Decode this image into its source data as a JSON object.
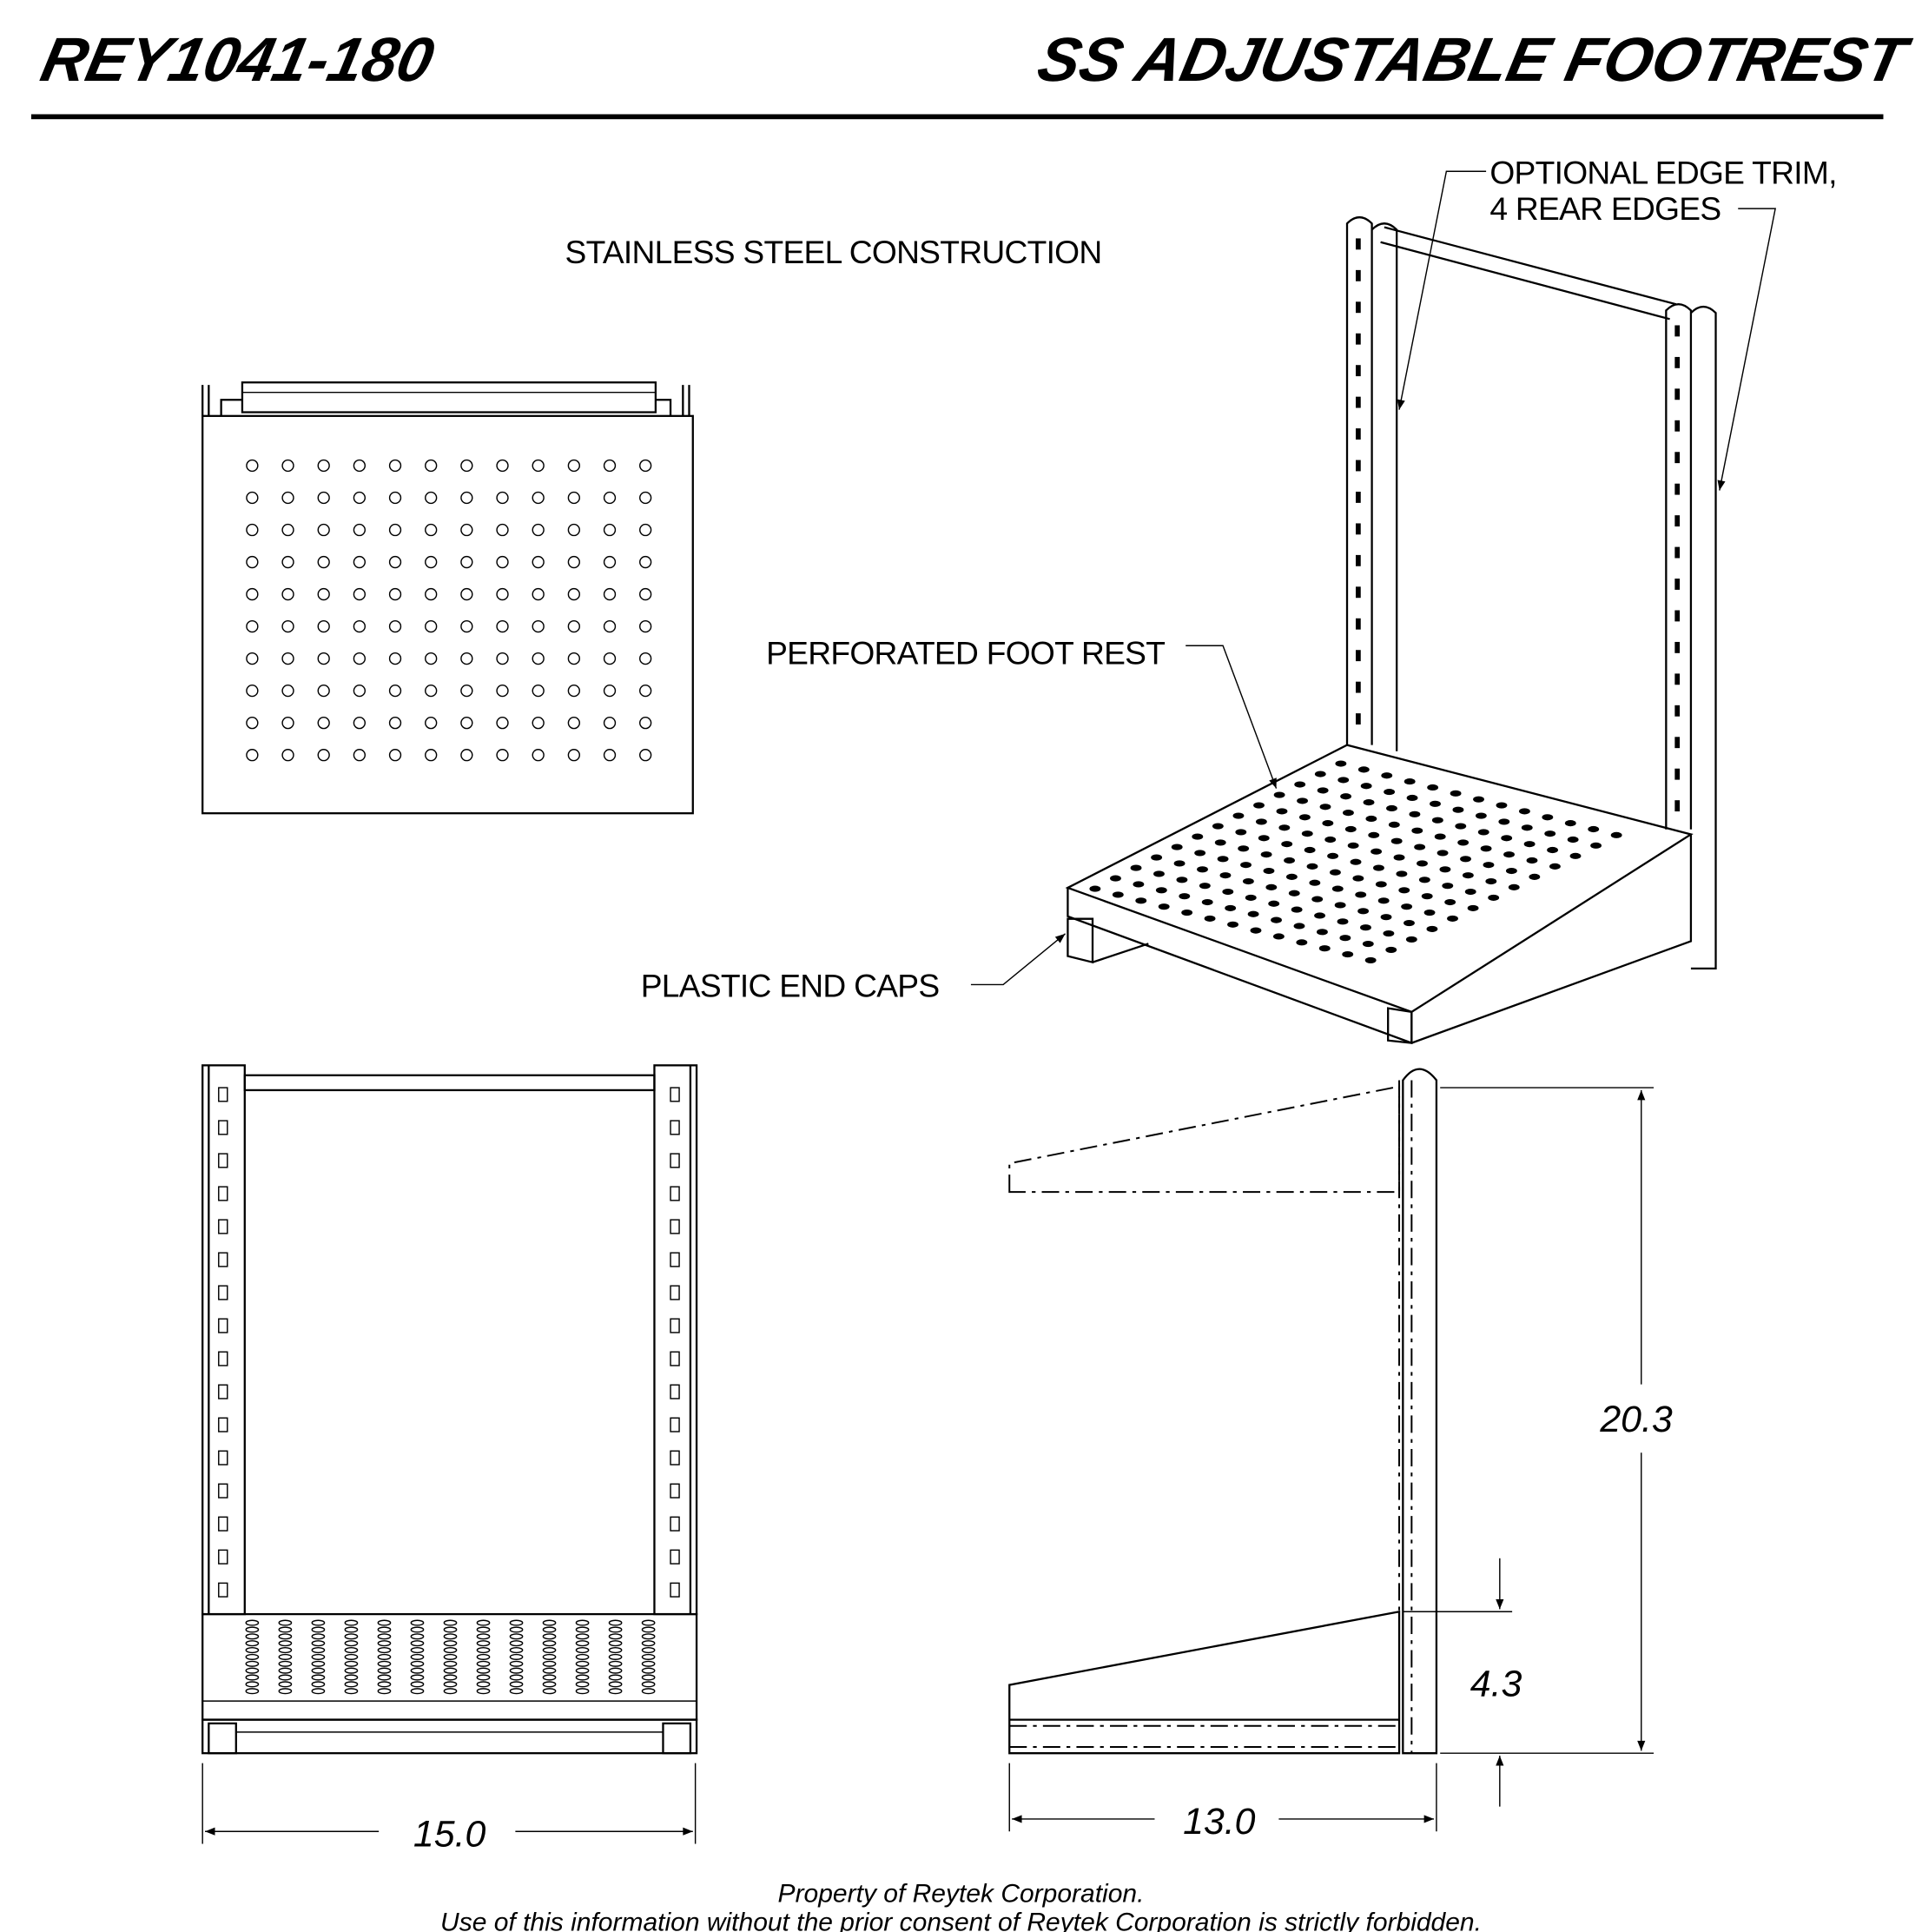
{
  "header": {
    "part_number": "REY1041-180",
    "product_title": "SS ADJUSTABLE FOOTREST"
  },
  "notes": {
    "construction": "STAINLESS STEEL CONSTRUCTION",
    "edge_trim_line1": "OPTIONAL EDGE TRIM,",
    "edge_trim_line2": "4 REAR EDGES",
    "foot_rest": "PERFORATED FOOT REST",
    "end_caps": "PLASTIC END CAPS"
  },
  "dimensions": {
    "width": "15.0",
    "depth": "13.0",
    "height": "20.3",
    "shelf_height": "4.3"
  },
  "footer": {
    "line1": "Property of Reytek Corporation.",
    "line2": "Use of this information without the prior consent of Reytek Corporation is strictly forbidden."
  }
}
